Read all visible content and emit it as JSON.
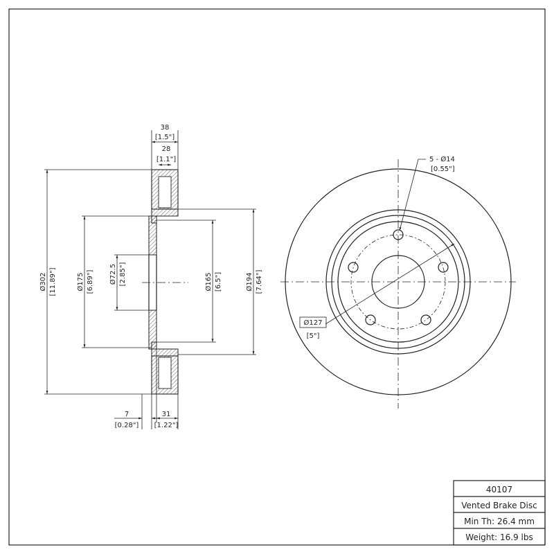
{
  "drawing": {
    "side_view": {
      "thickness": {
        "mm": "38",
        "in": "[1.5\"]"
      },
      "rotor_width": {
        "mm": "28",
        "in": "[1.1\"]"
      },
      "outer_diameter": {
        "mm": "Ø302",
        "in": "[11.89\"]"
      },
      "hat_diameter": {
        "mm": "Ø175",
        "in": "[6.89\"]"
      },
      "center_bore": {
        "mm": "Ø72.5",
        "in": "[2.85\"]"
      },
      "inner_face_diameter": {
        "mm": "Ø165",
        "in": "[6.5\"]"
      },
      "hat_outer_diameter": {
        "mm": "Ø194",
        "in": "[7.64\"]"
      },
      "hat_thickness": {
        "mm": "7",
        "in": "[0.28\"]"
      },
      "offset": {
        "mm": "31",
        "in": "[1.22\"]"
      }
    },
    "front_view": {
      "bolt_holes": {
        "mm": "5 - Ø14",
        "in": "[0.55\"]"
      },
      "bolt_circle": {
        "mm": "Ø127",
        "in": "[5\"]"
      }
    }
  },
  "title_block": {
    "part_number": "40107",
    "description": "Vented Brake Disc",
    "min_thickness": "Min Th: 26.4 mm",
    "weight": "Weight: 16.9 lbs"
  }
}
